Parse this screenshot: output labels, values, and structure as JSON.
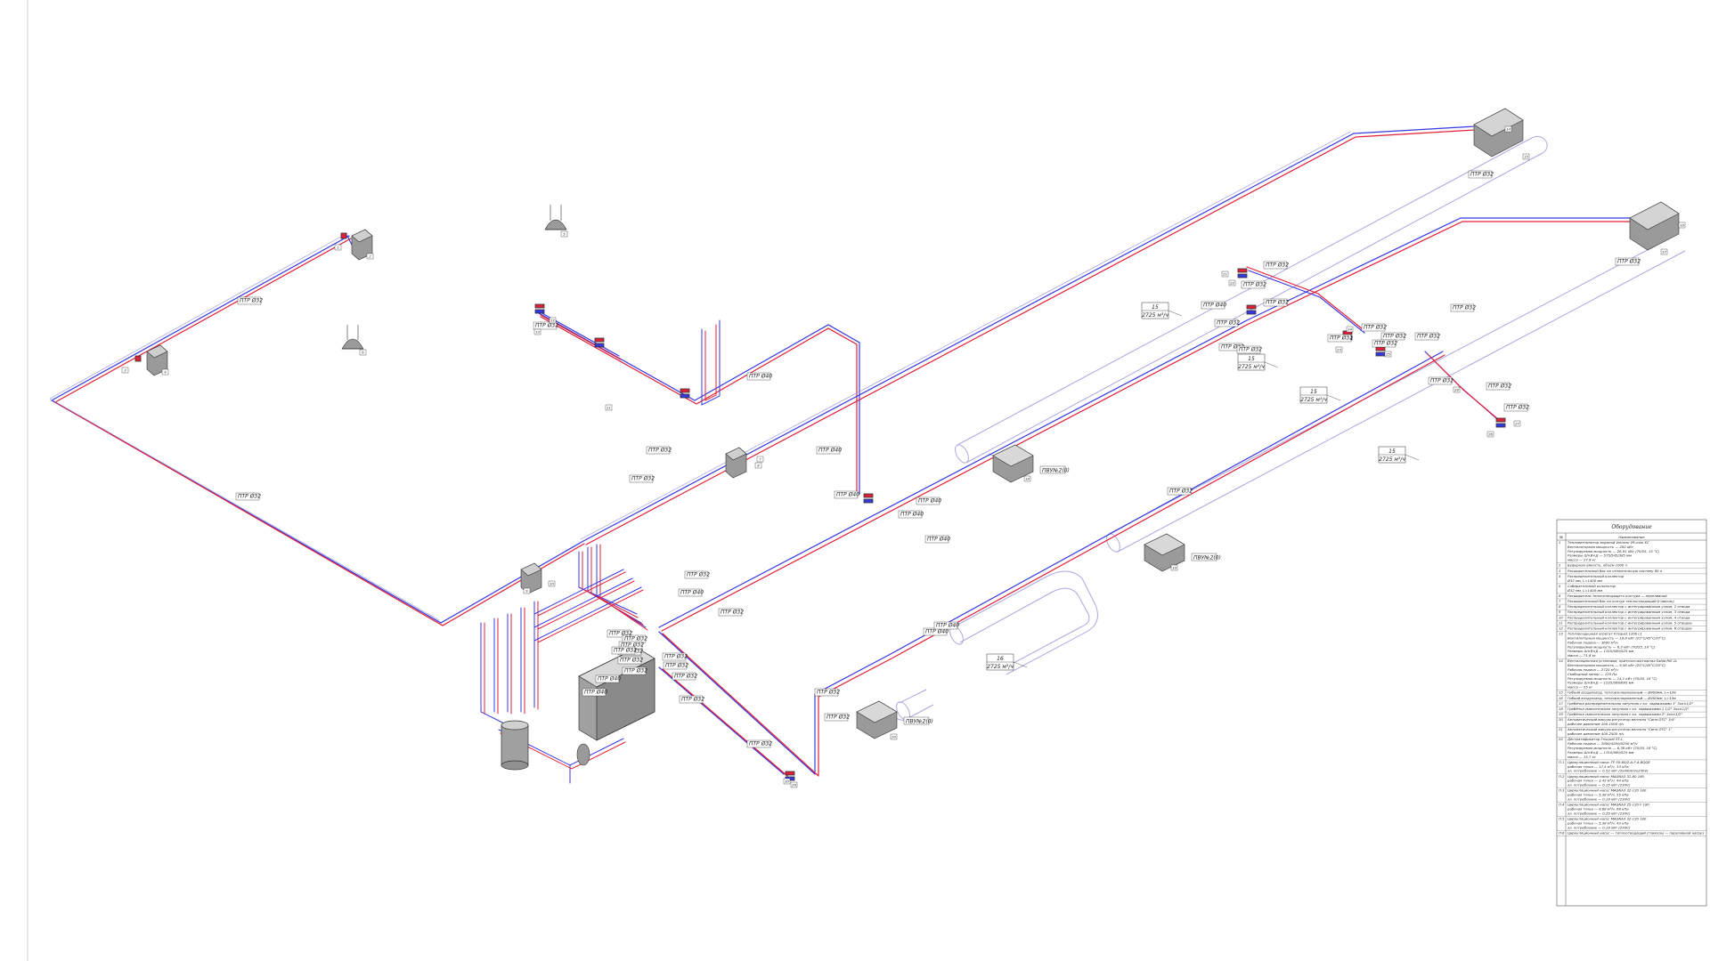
{
  "colors": {
    "supply": "#e0203a",
    "return": "#3838e0",
    "duct": "#9090d8",
    "pipe_dark": "#303030",
    "equipment": "#9a9a9a"
  },
  "pipe_labels": [
    "ПТР Ø32",
    "ПТР Ø32",
    "ПТР Ø32",
    "ПТР Ø32",
    "ПТР Ø32",
    "ПТР Ø40",
    "ПТР Ø40",
    "ПТР Ø40",
    "ПТР Ø40",
    "ПТР Ø40",
    "ПТР Ø40",
    "ПТР Ø32",
    "ПТР Ø32",
    "ПТР Ø32",
    "ПТР Ø32",
    "ПТР Ø32",
    "ПТР Ø32",
    "ПТР Ø32",
    "ПТР Ø32",
    "ПТР Ø40",
    "ПТР Ø40",
    "ПТР Ø32",
    "ПТР Ø32",
    "ПТР Ø32",
    "ПТР Ø32",
    "ПТР Ø32",
    "ПТР Ø32",
    "ПТР Ø32",
    "ПТР Ø32",
    "ПТР Ø40",
    "ПТР Ø40",
    "ПТР Ø40",
    "ПТР Ø32",
    "ПТР Ø32",
    "ПТР Ø40",
    "ПТР Ø32",
    "ПТР Ø32",
    "ПТР Ø32",
    "ПТР Ø32",
    "ПТР Ø32",
    "ПТР Ø32",
    "ПТР Ø32",
    "ПТР Ø32",
    "ПТР Ø32",
    "ПТР Ø32",
    "ПТР Ø32",
    "ПТР Ø32",
    "ПТР Ø32",
    "ПТР Ø32",
    "ПТР Ø32",
    "ПТР Ø32"
  ],
  "duct_labels": [
    {
      "num": "15",
      "flow": "2725 м³/ч"
    },
    {
      "num": "15",
      "flow": "2725 м³/ч"
    },
    {
      "num": "15",
      "flow": "2725 м³/ч"
    },
    {
      "num": "15",
      "flow": "2725 м³/ч"
    },
    {
      "num": "16",
      "flow": "2725 м³/ч"
    }
  ],
  "unit_labels": [
    "ПВУ№2(0)",
    "ПВУ№2(0)",
    "ПВУ№2(0)"
  ],
  "small_tags": [
    "1",
    "2",
    "3",
    "4",
    "5",
    "6",
    "7",
    "8",
    "9",
    "10",
    "11",
    "12",
    "13",
    "14",
    "15",
    "16",
    "17",
    "18",
    "19",
    "20",
    "21",
    "22",
    "23",
    "24",
    "25",
    "26",
    "27",
    "28",
    "29",
    "30"
  ],
  "equipment_table": {
    "title": "Оборудование",
    "header": {
      "num": "№",
      "name": "Наименование"
    },
    "rows": [
      {
        "num": "1",
        "lines": [
          "Тепловентилятор водяной Volcano VR-mini EC",
          "Вентиляторная мощность — 200 кВт",
          "Регулируемая мощность — 26,81 кВт (70/55, 15 °С)",
          "Размеры Ш×В×Д — 575/545/385 мм",
          "масса — 17,9 кг"
        ]
      },
      {
        "num": "2",
        "lines": [
          "Буферная ёмкость, объём 1000 л"
        ]
      },
      {
        "num": "3",
        "lines": [
          "Расширительный бак на отопительную систему 80 л"
        ]
      },
      {
        "num": "4",
        "lines": [
          "Распределительный коллектор",
          "Ø32 мм, L=1400 мм"
        ]
      },
      {
        "num": "5",
        "lines": [
          "Собирательный коллектор",
          "Ø32 мм, L=1400 мм"
        ]
      },
      {
        "num": "6",
        "lines": [
          "Расширитель теплоотводящего контура — переливной"
        ]
      },
      {
        "num": "7",
        "lines": [
          "Расширительный бак на контур теплоотводящий (гликоль)"
        ]
      },
      {
        "num": "8",
        "lines": [
          "Распределительный коллектор с интегрированным узлом, 2 отвода"
        ]
      },
      {
        "num": "9",
        "lines": [
          "Распределительный коллектор с интегрированным узлом, 3 отвода"
        ]
      },
      {
        "num": "10",
        "lines": [
          "Распределительный коллектор с интегрированным узлом, 4 отвода"
        ]
      },
      {
        "num": "11",
        "lines": [
          "Распределительный коллектор с интегрированным узлом, 5 отводов"
        ]
      },
      {
        "num": "12",
        "lines": [
          "Распределительный коллектор с интегрированным узлом, 6 отводов"
        ]
      },
      {
        "num": "13",
        "lines": [
          "Тепловоздушная агрегат Frisquet 1200 L1",
          "Вентиляторная мощность — 18,9 кВт (25°С/45°С/37°С)",
          "Рабочая подача — 3600 м³/ч",
          "Регулируемая мощность — 6,3 кВт (70/55, 18 °С)",
          "Размеры Ш×В×Д — 1310/580/525 мм",
          "масса — 71,8 кг"
        ]
      },
      {
        "num": "14",
        "lines": [
          "Вентиляционная установка, приточно-вытяжная Salda RIS 1L",
          "Вентиляторная мощность — 6,56 кВт (25°С/45°С/35°С)",
          "Рабочая подача — 2725 м³/ч",
          "Свободный напор — 125 Па",
          "Регулируемая мощность — 14,1 кВт (70/55, 18 °С)",
          "Размеры Ш×В×Д — 1525/569/695 мм",
          "масса — 35 кг"
        ]
      },
      {
        "num": "15",
        "lines": [
          "Гибкий воздуховод, теплоизолированный — Ø400мм, L=12м"
        ]
      },
      {
        "num": "16",
        "lines": [
          "Гибкий воздуховод, теплоизолированный — Ø400мм, L=15м"
        ]
      },
      {
        "num": "17",
        "lines": [
          "Гребёнка распределительная латунная с кл. задвижками 1\" 3хх×1/2\""
        ]
      },
      {
        "num": "18",
        "lines": [
          "Гребёнка смесительная латунная с кл. задвижками 1 1/2\" 3хх×1/2\""
        ]
      },
      {
        "num": "19",
        "lines": [
          "Гребёнка смесительная латунная с кл. задвижками 2\" 4хх×1/2\""
        ]
      },
      {
        "num": "20",
        "lines": [
          "Автоматический вакуум-регулятор вентиля \"Сигм ОТС\" 3/4\"",
          "рабочее давление 200-1000 л/ч"
        ]
      },
      {
        "num": "21",
        "lines": [
          "Автоматический вакуум-регулятор вентиля \"Сигм ОТС\" 1\"",
          "рабочее давление 400-2500 л/ч"
        ]
      },
      {
        "num": "22",
        "lines": [
          "Дестратификатор Frisquet ST-L",
          "Рабочая подача — 2800/4200/5200 м³/ч",
          "Регулируемая мощность — 6,38 кВт (70/55, 18 °С)",
          "Размеры Ш×В×Д — 1310/580/525 мм",
          "масса — 15,7 кг"
        ]
      },
      {
        "num": "П.1",
        "lines": [
          "Циркуляционный насос TP 50-60/2-A-F-A-BQQE",
          "рабочая точка — 17,5 м³/ч, 33 кПа",
          "эл. потребление — 0,52 кВт (3х400V/3х230V)"
        ]
      },
      {
        "num": "П.2",
        "lines": [
          "Циркуляционный насос MAGNA3 32-80 180",
          "рабочая точка — 3,43 м³/ч, 44 кПа",
          "эл. потребление — 0,15 кВт (230V)"
        ]
      },
      {
        "num": "П.3",
        "lines": [
          "Циркуляционный насос MAGNA3 32-120 180",
          "рабочая точка — 5,38 м³/ч, 55 кПа",
          "эл. потребление — 0,18 кВт (230V)"
        ]
      },
      {
        "num": "П.4",
        "lines": [
          "Циркуляционный насос MAGNA3 25-120 F 180",
          "рабочая точка — 8,68 м³/ч, 68 кПа",
          "эл. потребление — 0,29 кВт (230V)"
        ]
      },
      {
        "num": "П.5",
        "lines": [
          "Циркуляционный насос MAGNA3 32-120 180",
          "рабочая точка — 5,38 м³/ч, 43 кПа",
          "эл. потребление — 0,18 кВт (230V)"
        ]
      },
      {
        "num": "П.6",
        "lines": [
          "Циркуляционный насос — теплоотводящий (гликоль) — переливной нагруз"
        ]
      }
    ]
  }
}
